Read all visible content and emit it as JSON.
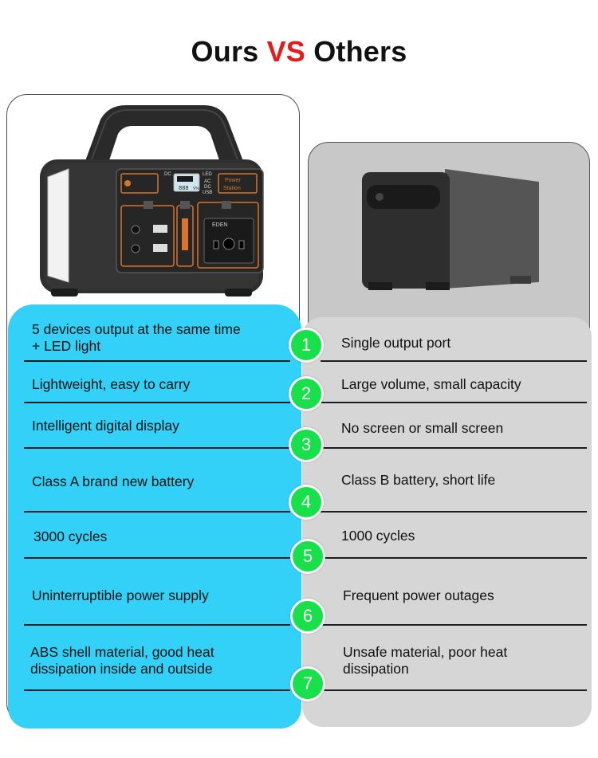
{
  "title": {
    "ours": "Ours",
    "vs": "VS",
    "others": "Others"
  },
  "product": {
    "brand": "EDEN",
    "panel_label_line1": "Power",
    "panel_label_line2": "Station",
    "display_digits": "888",
    "display_unit": "V%",
    "tag_dc": "DC",
    "tag_led": "LED",
    "tag_ac": "AC",
    "tag_dc2": "DC",
    "tag_usb": "USB"
  },
  "rows": [
    {
      "number": "1",
      "ours_line1": "5 devices output at the same time",
      "ours_line2": "+ LED light",
      "others_line1": "Single output port",
      "others_line2": ""
    },
    {
      "number": "2",
      "ours_line1": "Lightweight, easy to carry",
      "ours_line2": "",
      "others_line1": "Large volume, small capacity",
      "others_line2": ""
    },
    {
      "number": "3",
      "ours_line1": "Intelligent digital display",
      "ours_line2": "",
      "others_line1": "No screen or small screen",
      "others_line2": ""
    },
    {
      "number": "4",
      "ours_line1": "Class A brand new battery",
      "ours_line2": "",
      "others_line1": "Class B battery, short life",
      "others_line2": ""
    },
    {
      "number": "5",
      "ours_line1": "3000 cycles",
      "ours_line2": "",
      "others_line1": "1000 cycles",
      "others_line2": ""
    },
    {
      "number": "6",
      "ours_line1": "Uninterruptible power supply",
      "ours_line2": "",
      "others_line1": "Frequent power outages",
      "others_line2": ""
    },
    {
      "number": "7",
      "ours_line1": "ABS shell material, good heat",
      "ours_line2": "dissipation inside and outside",
      "others_line1": "Unsafe material, poor heat",
      "others_line2": "dissipation"
    }
  ],
  "colors": {
    "accent_red": "#e61a1a",
    "ours_blue": "#33d1f7",
    "others_gray": "#d6d6d6",
    "badge_green": "#18e04a"
  }
}
